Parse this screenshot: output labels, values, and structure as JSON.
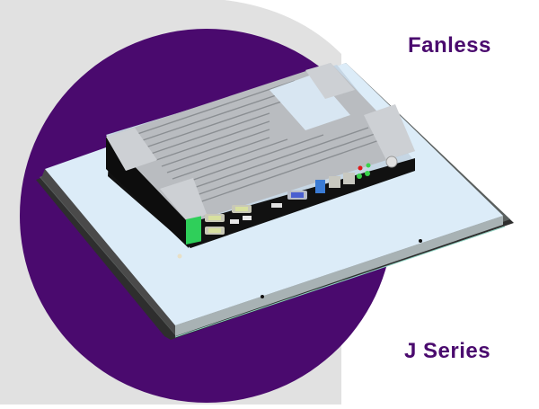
{
  "headline": {
    "top_label": "Fanless",
    "bottom_label": "J Series"
  },
  "colors": {
    "brand_purple": "#4a0a6e",
    "background_gray": "#e1e1e1",
    "background_white": "#ffffff",
    "panel_face": "#dcecf8",
    "bezel_dark": "#3a3a3a",
    "heatsink": "#b9bcc0",
    "chassis_black": "#111111",
    "terminal_green": "#2fcf5a",
    "usb_blue": "#3a7bd5",
    "vga_blue": "#4a5fd0",
    "led_red": "#e01818",
    "led_green": "#39d14a"
  },
  "product": {
    "name": "Fanless panel PC with box computer",
    "ports": [
      "DC terminal block",
      "COM port",
      "COM port",
      "COM port",
      "USB",
      "USB",
      "HDMI",
      "VGA",
      "USB 3.0",
      "LAN",
      "LAN",
      "LED",
      "LED",
      "LED",
      "LED",
      "Power button"
    ]
  }
}
